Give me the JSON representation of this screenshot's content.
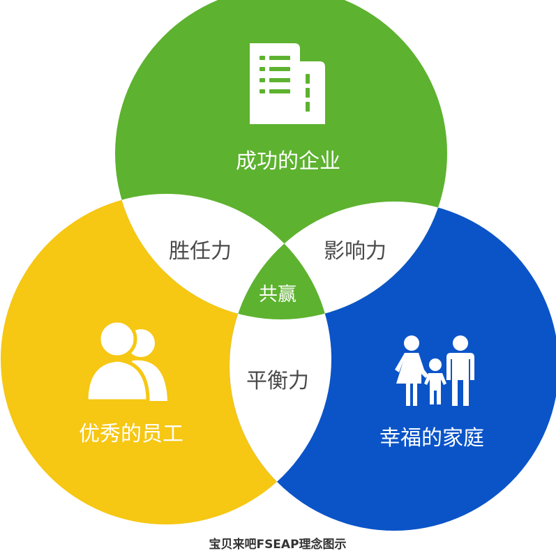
{
  "circles": {
    "enterprise": {
      "label": "成功的企业",
      "icon": "office-building-icon",
      "color": "#5db22f"
    },
    "employees": {
      "label": "优秀的员工",
      "icon": "employees-icon",
      "color": "#f6c713"
    },
    "family": {
      "label": "幸福的家庭",
      "icon": "family-icon",
      "color": "#0b54c8"
    }
  },
  "overlaps": {
    "enterprise_employees": "胜任力",
    "enterprise_family": "影响力",
    "employees_family": "平衡力",
    "center": "共赢"
  },
  "overlap_color": "#ffffff",
  "center_color": "#5db22f",
  "caption": "宝贝来吧FSEAP理念图示"
}
